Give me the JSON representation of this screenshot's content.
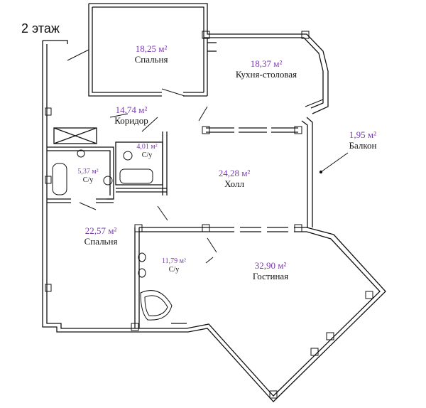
{
  "title": "2 этаж",
  "rooms": [
    {
      "id": "bedroom1",
      "area": "18,25 м²",
      "name": "Спальня"
    },
    {
      "id": "kitchen",
      "area": "18,37 м²",
      "name": "Кухня-столовая"
    },
    {
      "id": "corridor",
      "area": "14,74 м²",
      "name": "Коридор"
    },
    {
      "id": "bath-small",
      "area": "4,01 м²",
      "name": "С/у"
    },
    {
      "id": "balcony",
      "area": "1,95 м²",
      "name": "Балкон"
    },
    {
      "id": "bath-mid",
      "area": "5,37 м²",
      "name": "С/у"
    },
    {
      "id": "hall",
      "area": "24,28 м²",
      "name": "Холл"
    },
    {
      "id": "bedroom2",
      "area": "22,57 м²",
      "name": "Спальня"
    },
    {
      "id": "bath-large",
      "area": "11,79 м²",
      "name": "С/у"
    },
    {
      "id": "living",
      "area": "32,90 м²",
      "name": "Гостиная"
    }
  ],
  "colors": {
    "wall": "#111111",
    "area_text": "#7a3bb0",
    "name_text": "#111111"
  }
}
